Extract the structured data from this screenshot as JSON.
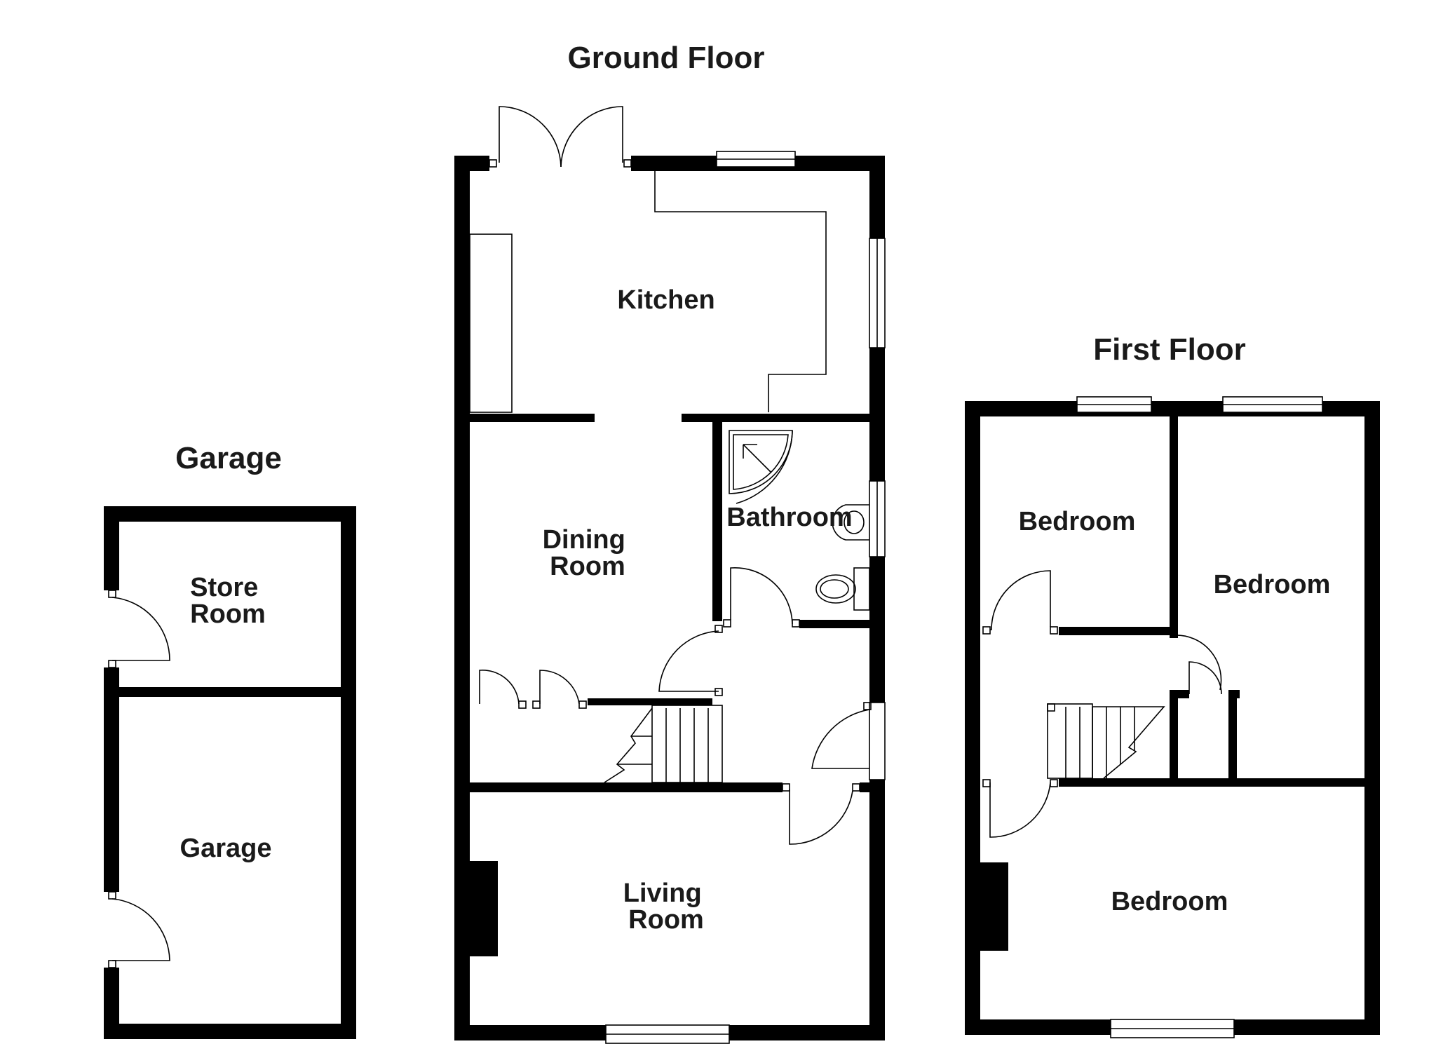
{
  "headings": {
    "ground_floor": "Ground Floor",
    "first_floor": "First Floor",
    "garage": "Garage"
  },
  "rooms": {
    "kitchen": "Kitchen",
    "dining_room": [
      "Dining",
      "Room"
    ],
    "bathroom": "Bathroom",
    "living_room": [
      "Living",
      "Room"
    ],
    "store_room": [
      "Store",
      "Room"
    ],
    "garage": "Garage",
    "bedroom_1": "Bedroom",
    "bedroom_2": "Bedroom",
    "bedroom_3": "Bedroom"
  },
  "colors": {
    "wall": "#000000",
    "background": "#ffffff",
    "text": "#1a1a1a"
  }
}
